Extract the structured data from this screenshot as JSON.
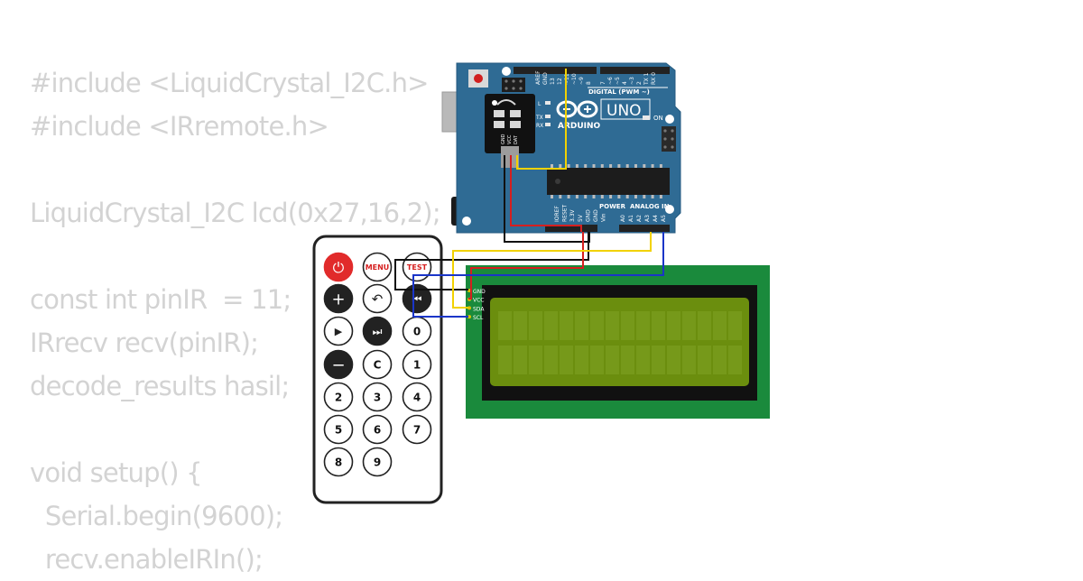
{
  "code_lines": [
    "#include <LiquidCrystal_I2C.h>",
    "#include <IRremote.h>",
    "",
    "LiquidCrystal_I2C lcd(0x27,16,2);",
    "",
    "const int pinIR  = 11;",
    "IRrecv recv(pinIR);",
    "decode_results hasil;",
    "",
    "void setup() {",
    "  Serial.begin(9600);",
    "  recv.enableIRIn();"
  ],
  "arduino": {
    "model": "UNO",
    "brand": "ARDUINO",
    "digital_label": "DIGITAL (PWM ~)",
    "on_label": "ON",
    "power_label": "POWER",
    "analog_label": "ANALOG IN",
    "tx_label": "TX",
    "rx_label": "RX",
    "l_label": "L",
    "digital_pins": [
      "AREF",
      "GND",
      "13",
      "12",
      "~11",
      "~10",
      "~9",
      "8",
      "7",
      "~6",
      "~5",
      "4",
      "~3",
      "2",
      "TX 1",
      "RX 0"
    ],
    "power_pins": [
      "IOREF",
      "RESET",
      "3.3V",
      "5V",
      "GND",
      "GND",
      "Vin"
    ],
    "analog_pins": [
      "A0",
      "A1",
      "A2",
      "A3",
      "A4",
      "A5"
    ]
  },
  "ir_receiver": {
    "pins": [
      "GND",
      "VCC",
      "DAT"
    ]
  },
  "lcd": {
    "pins": [
      "GND",
      "VCC",
      "SDA",
      "SCL"
    ]
  },
  "remote": {
    "buttons": [
      {
        "id": "power",
        "label": "⏻"
      },
      {
        "id": "menu",
        "label": "MENU"
      },
      {
        "id": "test",
        "label": "TEST"
      },
      {
        "id": "plus",
        "label": "+"
      },
      {
        "id": "back",
        "label": "↶"
      },
      {
        "id": "prev",
        "label": "⏮"
      },
      {
        "id": "play",
        "label": "▶"
      },
      {
        "id": "next",
        "label": "⏭"
      },
      {
        "id": "0",
        "label": "0"
      },
      {
        "id": "minus",
        "label": "−"
      },
      {
        "id": "c",
        "label": "C"
      },
      {
        "id": "1",
        "label": "1"
      },
      {
        "id": "2",
        "label": "2"
      },
      {
        "id": "3",
        "label": "3"
      },
      {
        "id": "4",
        "label": "4"
      },
      {
        "id": "5",
        "label": "5"
      },
      {
        "id": "6",
        "label": "6"
      },
      {
        "id": "7",
        "label": "7"
      },
      {
        "id": "8",
        "label": "8"
      },
      {
        "id": "9",
        "label": "9"
      }
    ]
  },
  "colors": {
    "board": "#2f6b94",
    "pcb_green": "#1a8a3c",
    "lcd_screen": "#6b8e0e",
    "wire_yellow": "#f2d200",
    "wire_red": "#d61f1f",
    "wire_black": "#111111",
    "wire_blue": "#1a35c8"
  }
}
